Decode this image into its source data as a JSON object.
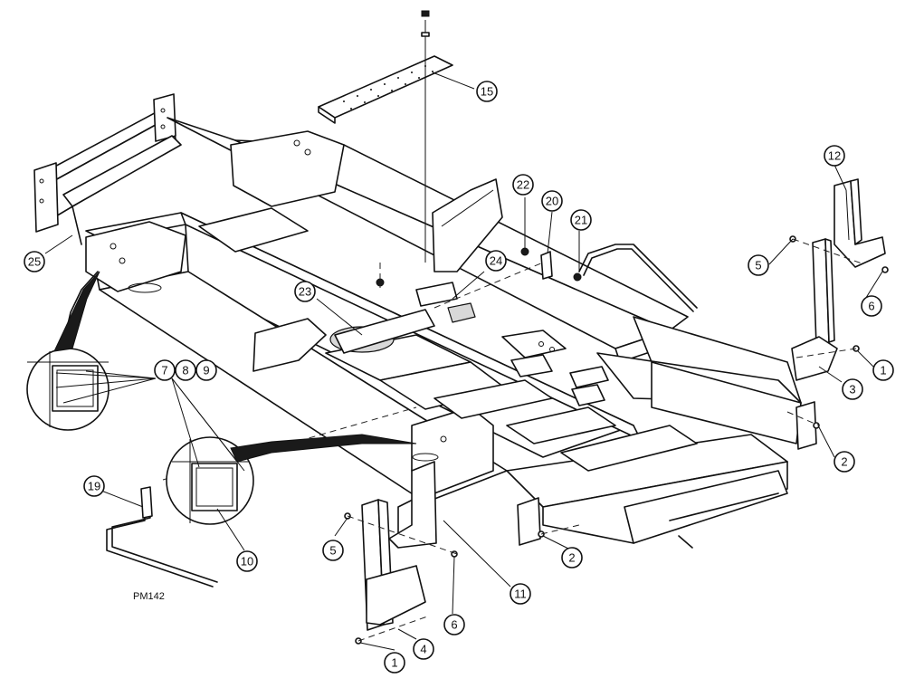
{
  "drawing_code": "PM142",
  "callouts": [
    {
      "id": "c15",
      "label": "15"
    },
    {
      "id": "c12",
      "label": "12"
    },
    {
      "id": "c22",
      "label": "22"
    },
    {
      "id": "c20",
      "label": "20"
    },
    {
      "id": "c21",
      "label": "21"
    },
    {
      "id": "c24",
      "label": "24"
    },
    {
      "id": "c23",
      "label": "23"
    },
    {
      "id": "c25",
      "label": "25"
    },
    {
      "id": "c5a",
      "label": "5"
    },
    {
      "id": "c6a",
      "label": "6"
    },
    {
      "id": "c1a",
      "label": "1"
    },
    {
      "id": "c3",
      "label": "3"
    },
    {
      "id": "c2a",
      "label": "2"
    },
    {
      "id": "c7",
      "label": "7"
    },
    {
      "id": "c8",
      "label": "8"
    },
    {
      "id": "c9",
      "label": "9"
    },
    {
      "id": "c10",
      "label": "10"
    },
    {
      "id": "c19",
      "label": "19"
    },
    {
      "id": "c5b",
      "label": "5"
    },
    {
      "id": "c2b",
      "label": "2"
    },
    {
      "id": "c11",
      "label": "11"
    },
    {
      "id": "c6b",
      "label": "6"
    },
    {
      "id": "c4",
      "label": "4"
    },
    {
      "id": "c1b",
      "label": "1"
    }
  ]
}
